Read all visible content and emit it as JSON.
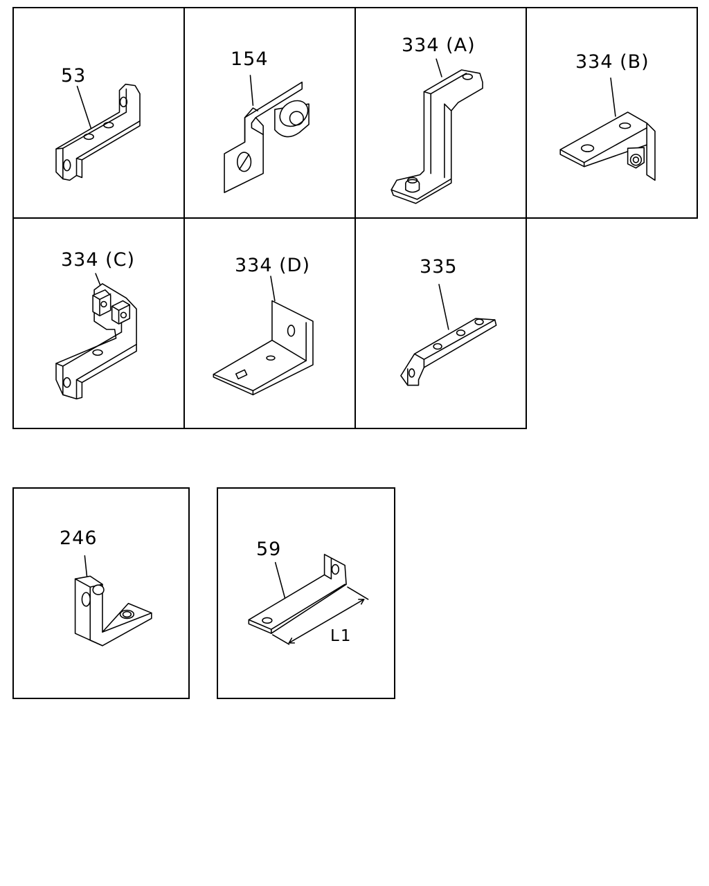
{
  "parts": [
    {
      "label": "53"
    },
    {
      "label": "154"
    },
    {
      "label": "334 (A)"
    },
    {
      "label": "334 (B)"
    },
    {
      "label": "334 (C)"
    },
    {
      "label": "334 (D)"
    },
    {
      "label": "335"
    },
    {
      "label": "246"
    },
    {
      "label": "59",
      "dimension": "L1"
    }
  ]
}
